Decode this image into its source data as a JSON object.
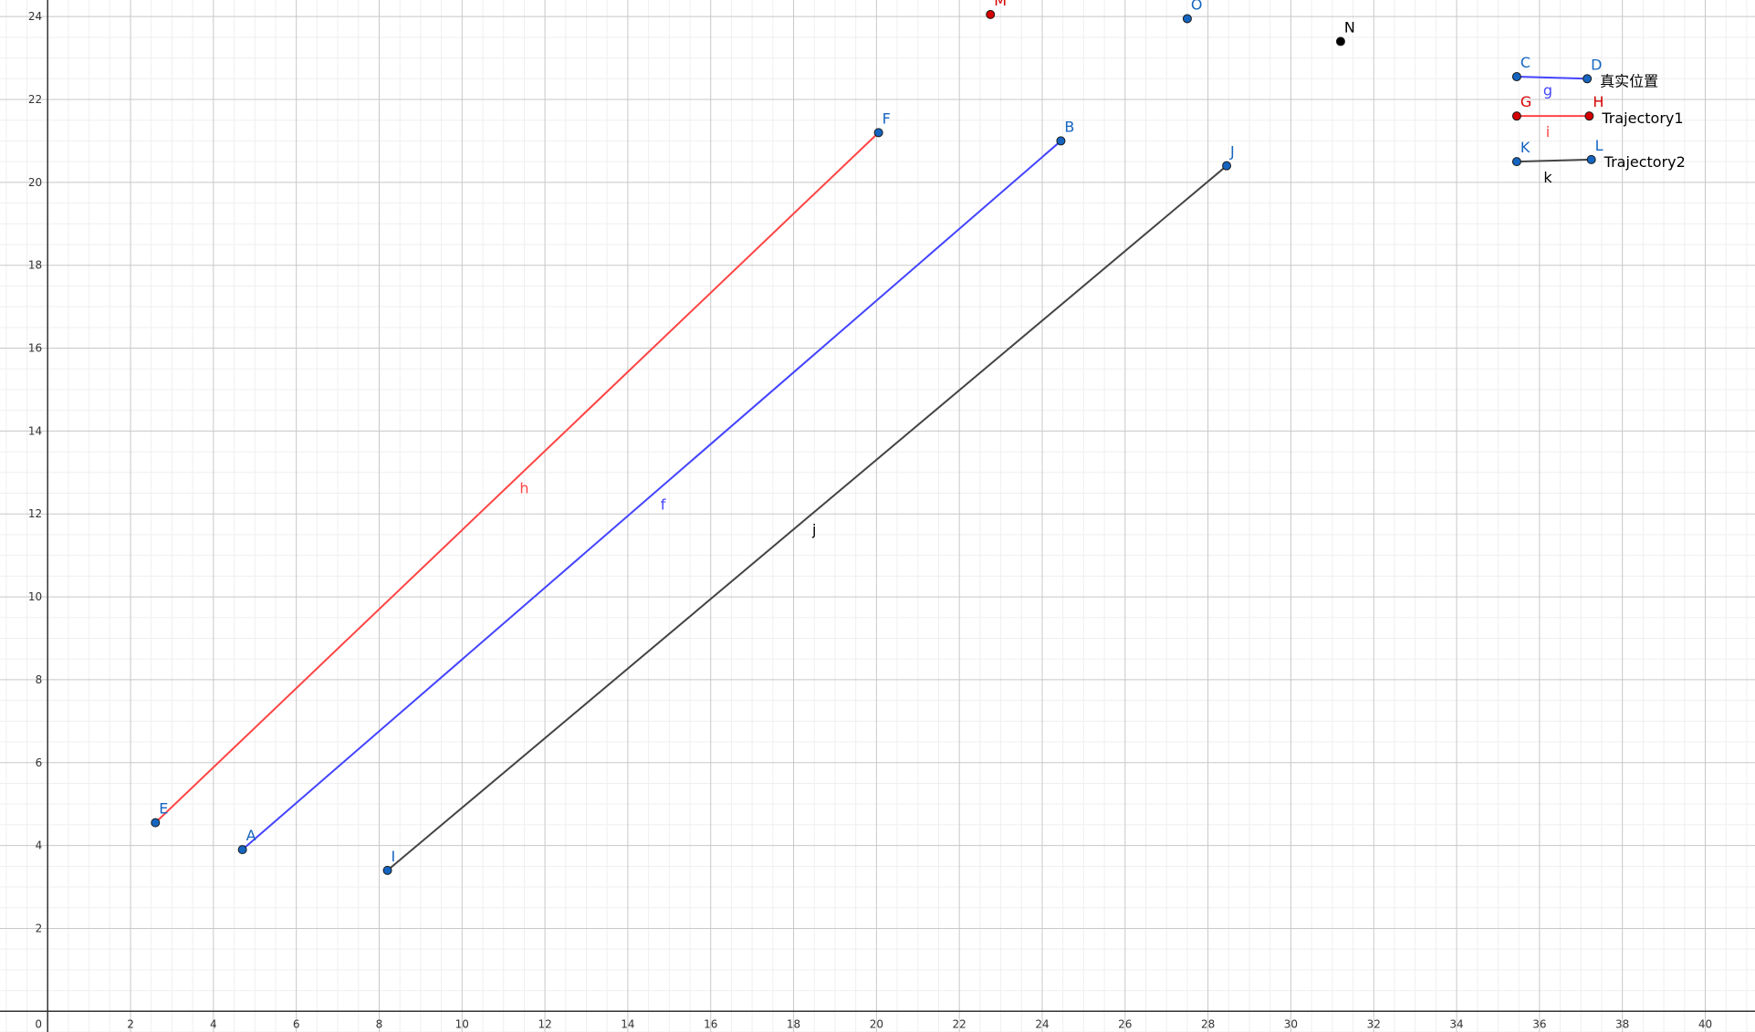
{
  "chart_data": {
    "type": "line",
    "title": "",
    "xlabel": "",
    "ylabel": "",
    "xlim": [
      -1.15,
      41.2
    ],
    "ylim": [
      -0.5,
      24.4
    ],
    "grid": true,
    "x_ticks": [
      "0",
      "2",
      "4",
      "6",
      "8",
      "10",
      "12",
      "14",
      "16",
      "18",
      "20",
      "22",
      "24",
      "26",
      "28",
      "30",
      "32",
      "34",
      "36",
      "38",
      "40"
    ],
    "y_ticks": [
      "2",
      "4",
      "6",
      "8",
      "10",
      "12",
      "14",
      "16",
      "18",
      "20",
      "22",
      "24"
    ],
    "colors": {
      "blue": "#4444ff",
      "red": "#ff4444",
      "black": "#444444",
      "point_blue": "#1565c0",
      "point_red": "#d50000",
      "point_black": "#000000",
      "label_blue": "#1565c0"
    },
    "series": [
      {
        "name": "f",
        "color": "blue",
        "from": "A",
        "to": "B",
        "label_at": [
          14.85,
          12.1
        ]
      },
      {
        "name": "h",
        "color": "red",
        "from": "E",
        "to": "F",
        "label_at": [
          11.5,
          12.5
        ]
      },
      {
        "name": "j",
        "color": "black",
        "from": "I",
        "to": "J",
        "label_at": [
          18.5,
          11.5
        ]
      },
      {
        "name": "g",
        "color": "blue",
        "from": "C",
        "to": "D",
        "label_at": [
          36.2,
          22.1
        ]
      },
      {
        "name": "i",
        "color": "red",
        "from": "G",
        "to": "H",
        "label_at": [
          36.2,
          21.1
        ]
      },
      {
        "name": "k",
        "color": "black",
        "from": "K",
        "to": "L",
        "label_at": [
          36.2,
          20.0
        ]
      }
    ],
    "points": [
      {
        "name": "A",
        "x": 4.7,
        "y": 3.9,
        "fill": "point_blue",
        "label_color": "label_blue"
      },
      {
        "name": "B",
        "x": 24.45,
        "y": 21.0,
        "fill": "point_blue",
        "label_color": "label_blue"
      },
      {
        "name": "E",
        "x": 2.6,
        "y": 4.55,
        "fill": "point_blue",
        "label_color": "label_blue"
      },
      {
        "name": "F",
        "x": 20.05,
        "y": 21.2,
        "fill": "point_blue",
        "label_color": "label_blue"
      },
      {
        "name": "I",
        "x": 8.2,
        "y": 3.4,
        "fill": "point_blue",
        "label_color": "label_blue"
      },
      {
        "name": "J",
        "x": 28.45,
        "y": 20.4,
        "fill": "point_blue",
        "label_color": "label_blue"
      },
      {
        "name": "C",
        "x": 35.45,
        "y": 22.55,
        "fill": "point_blue",
        "label_color": "label_blue"
      },
      {
        "name": "D",
        "x": 37.15,
        "y": 22.5,
        "fill": "point_blue",
        "label_color": "label_blue"
      },
      {
        "name": "G",
        "x": 35.45,
        "y": 21.6,
        "fill": "point_red",
        "label_color": "point_red"
      },
      {
        "name": "H",
        "x": 37.2,
        "y": 21.6,
        "fill": "point_red",
        "label_color": "point_red"
      },
      {
        "name": "K",
        "x": 35.45,
        "y": 20.5,
        "fill": "point_blue",
        "label_color": "label_blue"
      },
      {
        "name": "L",
        "x": 37.25,
        "y": 20.55,
        "fill": "point_blue",
        "label_color": "label_blue"
      },
      {
        "name": "M",
        "x": 22.75,
        "y": 24.05,
        "fill": "point_red",
        "label_color": "point_red"
      },
      {
        "name": "O",
        "x": 27.5,
        "y": 23.95,
        "fill": "point_blue",
        "label_color": "label_blue"
      },
      {
        "name": "N",
        "x": 31.2,
        "y": 23.4,
        "fill": "point_black",
        "label_color": "point_black"
      }
    ],
    "legend": [
      {
        "text": "真实位置",
        "series": "g"
      },
      {
        "text": "Trajectory1",
        "series": "i"
      },
      {
        "text": "Trajectory2",
        "series": "k"
      }
    ]
  }
}
